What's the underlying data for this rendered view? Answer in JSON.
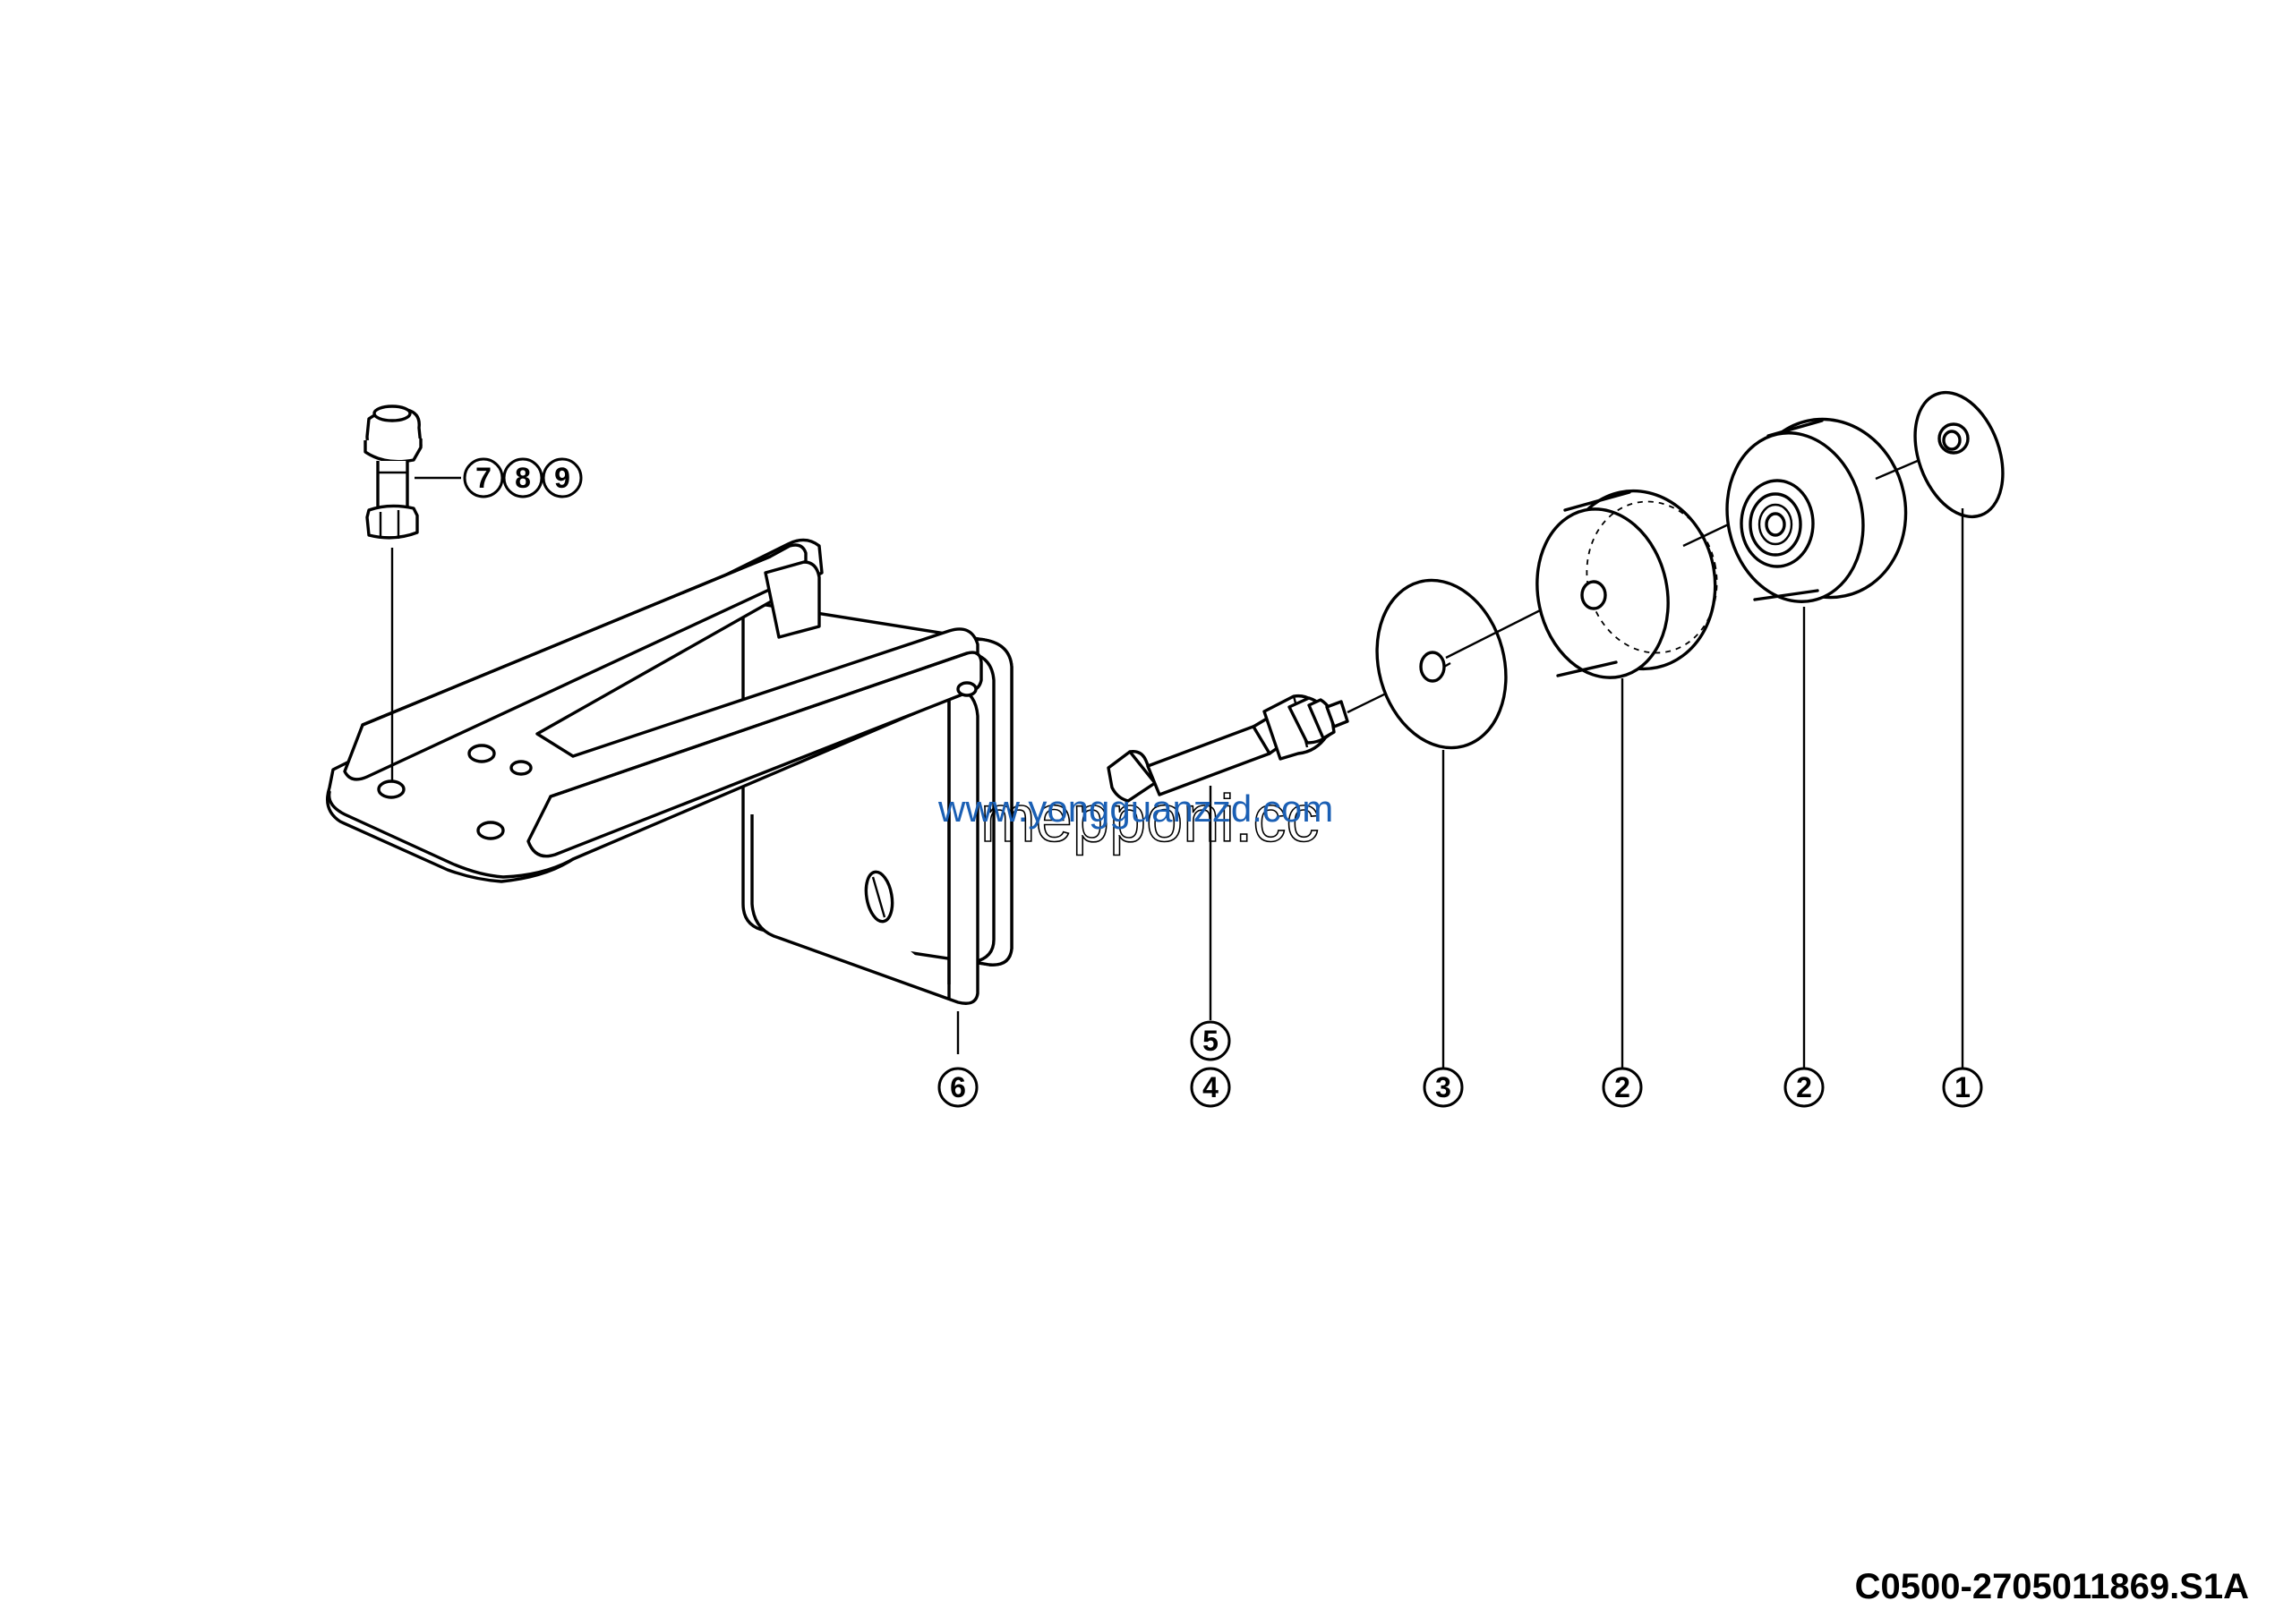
{
  "drawing_code": "C0500-2705011869.S1A",
  "watermarks": {
    "primary": "www.yongguanzzd.com",
    "secondary": "mepponi.cc"
  },
  "callouts": {
    "c1": "1",
    "c2a": "2",
    "c2b": "2",
    "c3": "3",
    "c4": "4",
    "c5": "5",
    "c6": "6",
    "c7": "7",
    "c8": "8",
    "c9": "9"
  }
}
